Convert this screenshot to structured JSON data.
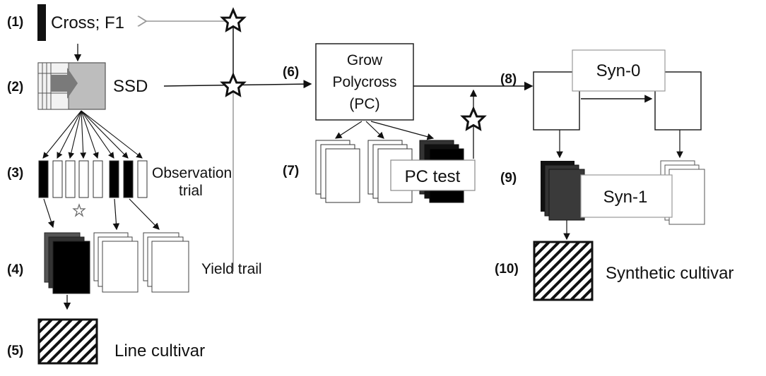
{
  "steps": {
    "s1": "(1)",
    "s2": "(2)",
    "s3": "(3)",
    "s4": "(4)",
    "s5": "(5)",
    "s6": "(6)",
    "s7": "(7)",
    "s8": "(8)",
    "s9": "(9)",
    "s10": "(10)"
  },
  "text": {
    "cross": "Cross; F1",
    "ssd": "SSD",
    "observation_1": "Observation",
    "observation_2": "trial",
    "yield": "Yield trail",
    "line_cultivar": "Line cultivar",
    "grow_1": "Grow",
    "grow_2": "Polycross",
    "grow_3": "(PC)",
    "pc_test": "PC test",
    "syn0": "Syn-0",
    "syn1": "Syn-1",
    "synthetic_cultivar": "Synthetic cultivar"
  },
  "colors": {
    "black": "#111111",
    "dark": "#333333",
    "grey": "#999999",
    "ssd_fill": "#bdbdbd"
  }
}
